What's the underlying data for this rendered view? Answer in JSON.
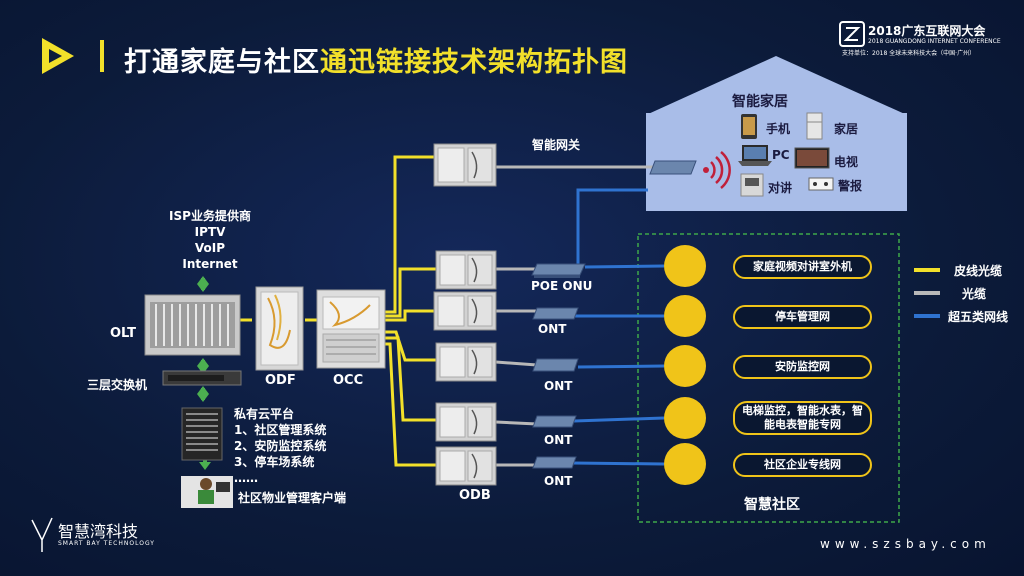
{
  "title": {
    "part1": "打通家庭与社区",
    "part2": "通迅链接技术架构拓扑图"
  },
  "conference": {
    "line1": "2018广东互联网大会",
    "line2": "2018 GUANGDONG INTERNET CONFERENCE",
    "line3": "支持单位：2018 全球未来科技大会（中国·广州）"
  },
  "isp": {
    "lines": [
      "ISP业务提供商",
      "IPTV",
      "VoIP",
      "Internet"
    ]
  },
  "nodes": {
    "olt": "OLT",
    "switch": "三层交换机",
    "odf": "ODF",
    "occ": "OCC",
    "odb": "ODB",
    "gateway": "智能网关",
    "poe_onu": "POE ONU",
    "ont": "ONT"
  },
  "cloud": {
    "lines": [
      "私有云平台",
      "1、社区管理系统",
      "2、安防监控系统",
      "3、停车场系统",
      "……"
    ]
  },
  "client": "社区物业管理客户端",
  "smart_home": {
    "title": "智能家居",
    "items": [
      "手机",
      "家居",
      "PC",
      "电视",
      "对讲",
      "警报"
    ]
  },
  "community": {
    "title": "智慧社区",
    "services": [
      {
        "label": "家庭视频对讲室外机",
        "icon": "intercom-icon"
      },
      {
        "label": "停车管理网",
        "icon": "car-icon"
      },
      {
        "label": "安防监控网",
        "icon": "cctv-camera-icon"
      },
      {
        "label": "电梯监控，智能水表，智能电表智能专网",
        "icon": "elevator-icon"
      },
      {
        "label": "社区企业专线网",
        "icon": "computer-icon"
      }
    ]
  },
  "legend": {
    "items": [
      {
        "label": "皮线光缆",
        "color": "#f2e02a"
      },
      {
        "label": "光缆",
        "color": "#b8b8b8"
      },
      {
        "label": "超五类网线",
        "color": "#2f73d0"
      }
    ]
  },
  "footer": {
    "logo_text": "智慧湾科技",
    "logo_sub": "SMART BAY TECHNOLOGY",
    "url": "www.szsbay.com"
  },
  "colors": {
    "background": "#0c1b3a",
    "accent_yellow": "#f2e02a",
    "pill_border": "#f0c419",
    "blue_line": "#2f73d0",
    "house": "#a9bde8"
  }
}
